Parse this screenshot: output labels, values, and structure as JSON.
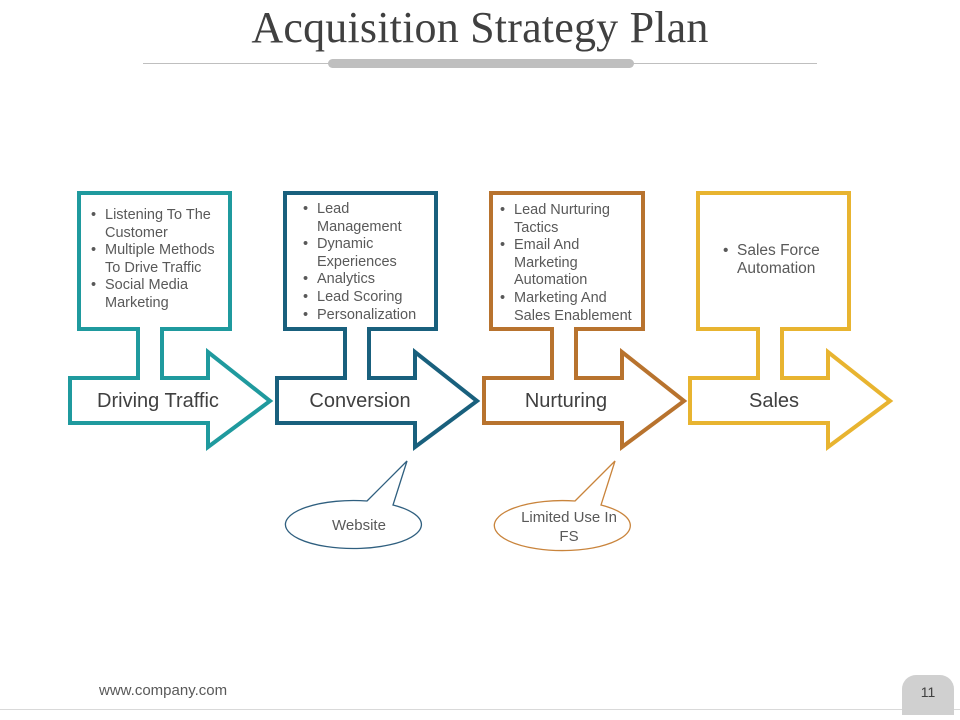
{
  "title": "Acquisition Strategy Plan",
  "colors": {
    "teal": "#1f9a9e",
    "navy": "#19607d",
    "brown": "#b8732e",
    "gold": "#e8b430",
    "navy_callout": "#2f5f7f",
    "brown_callout": "#c9843c"
  },
  "stages": [
    {
      "label": "Driving Traffic",
      "bullets": [
        "Listening To The Customer",
        "Multiple Methods To Drive Traffic",
        "Social Media Marketing"
      ]
    },
    {
      "label": "Conversion",
      "bullets": [
        "Lead Management",
        "Dynamic Experiences",
        "Analytics",
        "Lead Scoring",
        "Personalization"
      ]
    },
    {
      "label": "Nurturing",
      "bullets": [
        "Lead Nurturing Tactics",
        "Email And Marketing Automation",
        "Marketing And Sales Enablement"
      ]
    },
    {
      "label": "Sales",
      "bullets": [
        "Sales Force Automation"
      ]
    }
  ],
  "callouts": [
    {
      "text": "Website"
    },
    {
      "text": "Limited Use In FS"
    }
  ],
  "footer": {
    "url": "www.company.com",
    "page_number": "11"
  }
}
